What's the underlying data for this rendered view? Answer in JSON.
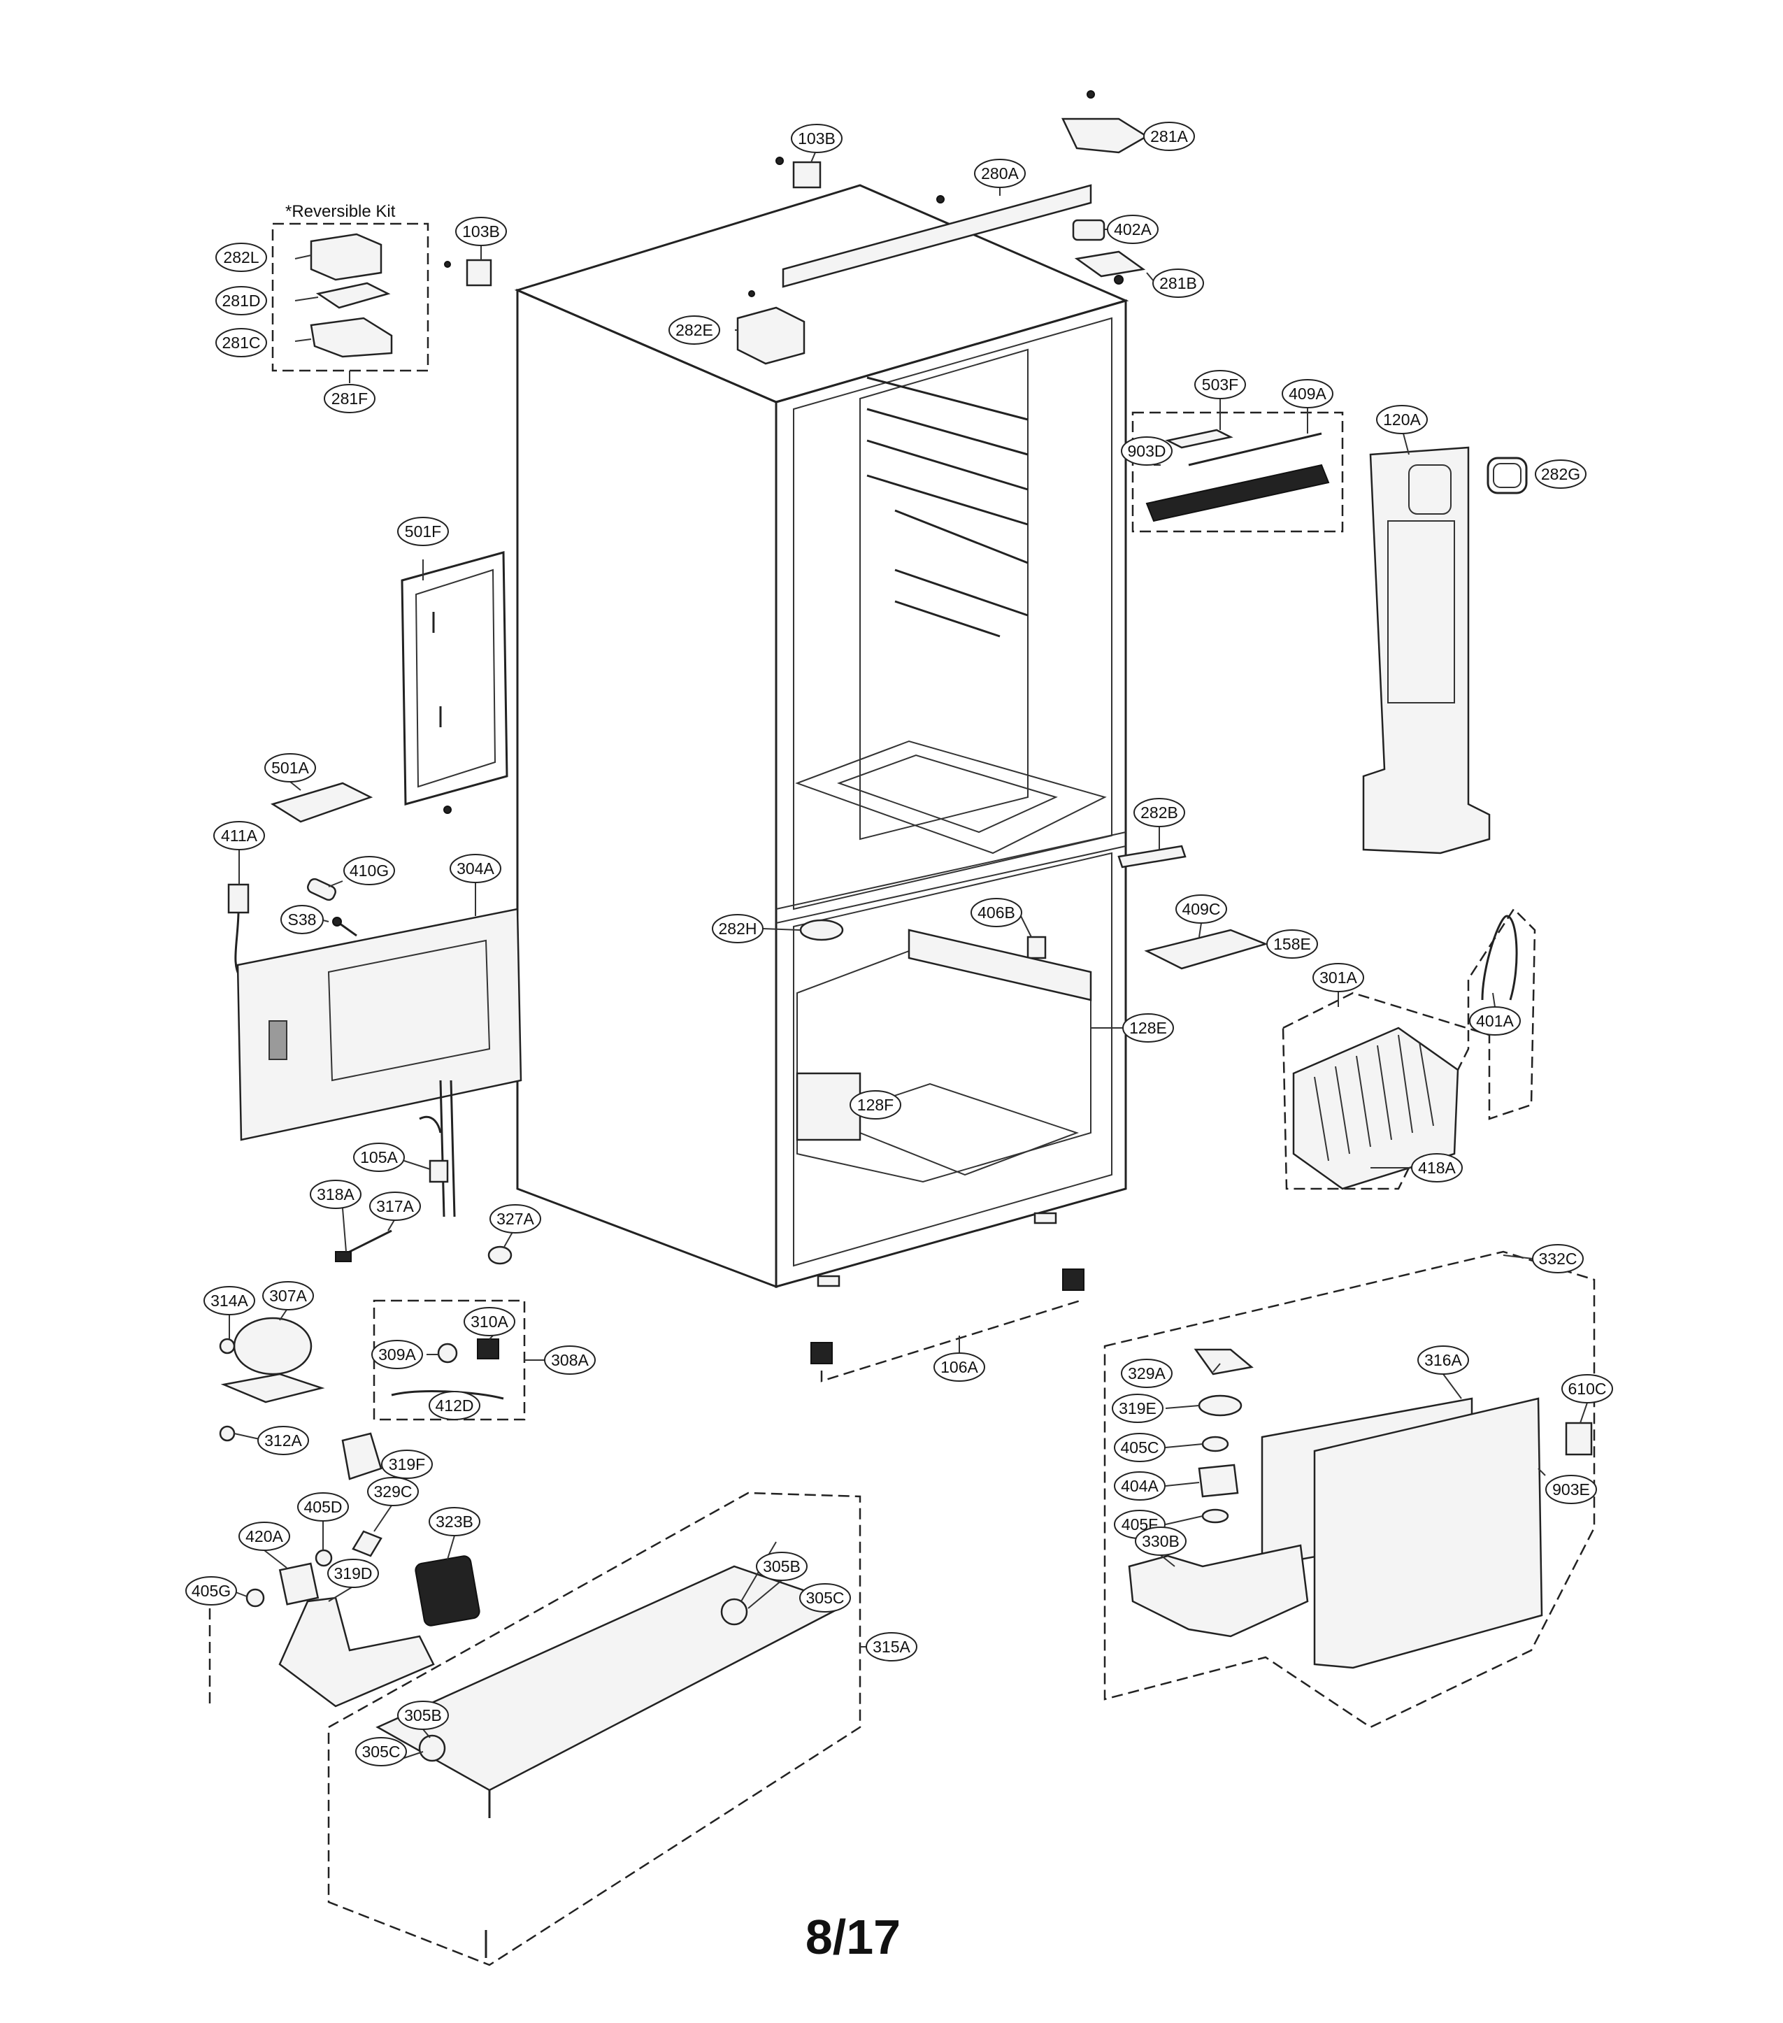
{
  "diagram": {
    "kit_title": "*Reversible Kit",
    "page_number": "8/17",
    "labels": {
      "103B_top": "103B",
      "281A": "281A",
      "280A": "280A",
      "103B_left": "103B",
      "402A": "402A",
      "282L": "282L",
      "281D": "281D",
      "281C": "281C",
      "281F": "281F",
      "281B": "281B",
      "282E": "282E",
      "503F": "503F",
      "409A": "409A",
      "120A": "120A",
      "282G": "282G",
      "903D": "903D",
      "501F": "501F",
      "501A": "501A",
      "411A": "411A",
      "410G": "410G",
      "304A": "304A",
      "S38": "S38",
      "282B": "282B",
      "406B": "406B",
      "409C": "409C",
      "158E": "158E",
      "282H": "282H",
      "301A": "301A",
      "401A": "401A",
      "128E": "128E",
      "128F": "128F",
      "418A": "418A",
      "105A": "105A",
      "318A": "318A",
      "317A": "317A",
      "327A": "327A",
      "332C": "332C",
      "314A": "314A",
      "307A": "307A",
      "310A": "310A",
      "309A": "309A",
      "308A": "308A",
      "412D": "412D",
      "312A": "312A",
      "106A": "106A",
      "329A": "329A",
      "316A": "316A",
      "319E": "319E",
      "610C": "610C",
      "405C": "405C",
      "404A": "404A",
      "903E": "903E",
      "405F": "405F",
      "319F": "319F",
      "405D": "405D",
      "329C": "329C",
      "323B": "323B",
      "420A": "420A",
      "319D": "319D",
      "405G": "405G",
      "330B": "330B",
      "305B_right": "305B",
      "305C_right": "305C",
      "315A": "315A",
      "305B_left": "305B",
      "305C_left": "305C"
    }
  }
}
